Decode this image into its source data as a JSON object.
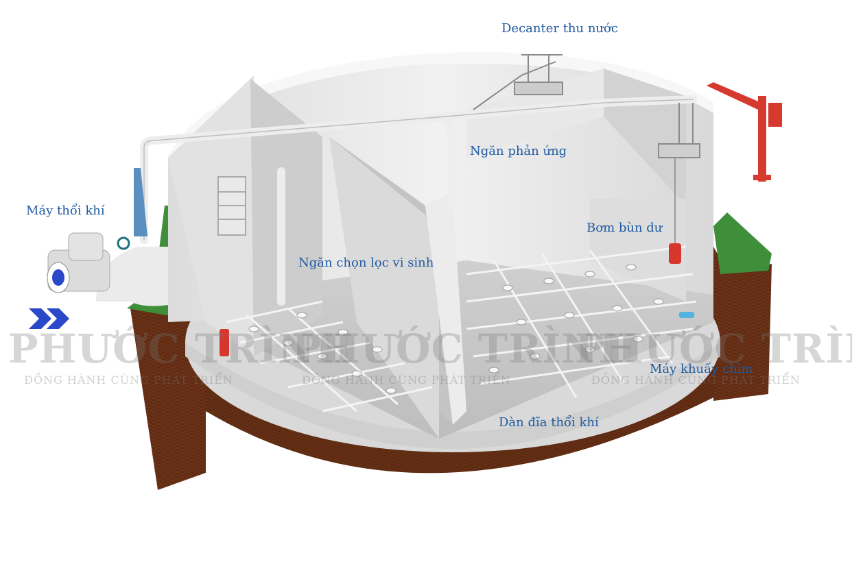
{
  "labels": {
    "decanter": "Decanter thu nước",
    "reaction": "Ngăn phản ứng",
    "blower": "Máy thổi khí",
    "selector": "Ngăn chọn lọc vi sinh",
    "sludge_pump": "Bơm bùn dư",
    "mixer": "Máy khuấy chìm",
    "diffuser": "Dàn đĩa thổi khí"
  },
  "watermark": {
    "brand_1": "PHƯỚC TRÌNH",
    "brand_2": "PHƯỚC TRÌNH",
    "brand_3": "PHƯỚC TRÌNH",
    "slogan_1": "ĐỒNG HÀNH CÙNG PHÁT TRIỂN",
    "slogan_2": "ĐỒNG HÀNH CÙNG PHÁT TRIỂN",
    "slogan_3": "ĐỒNG HÀNH CÙNG PHÁT TRIỂN"
  },
  "colors": {
    "label_text": "#1f5aa0",
    "soil": "#6b3218",
    "grass": "#3f8f3a",
    "concrete": "#e6e6e6",
    "crane": "#d63a2e",
    "arrow": "#2a49c9"
  }
}
